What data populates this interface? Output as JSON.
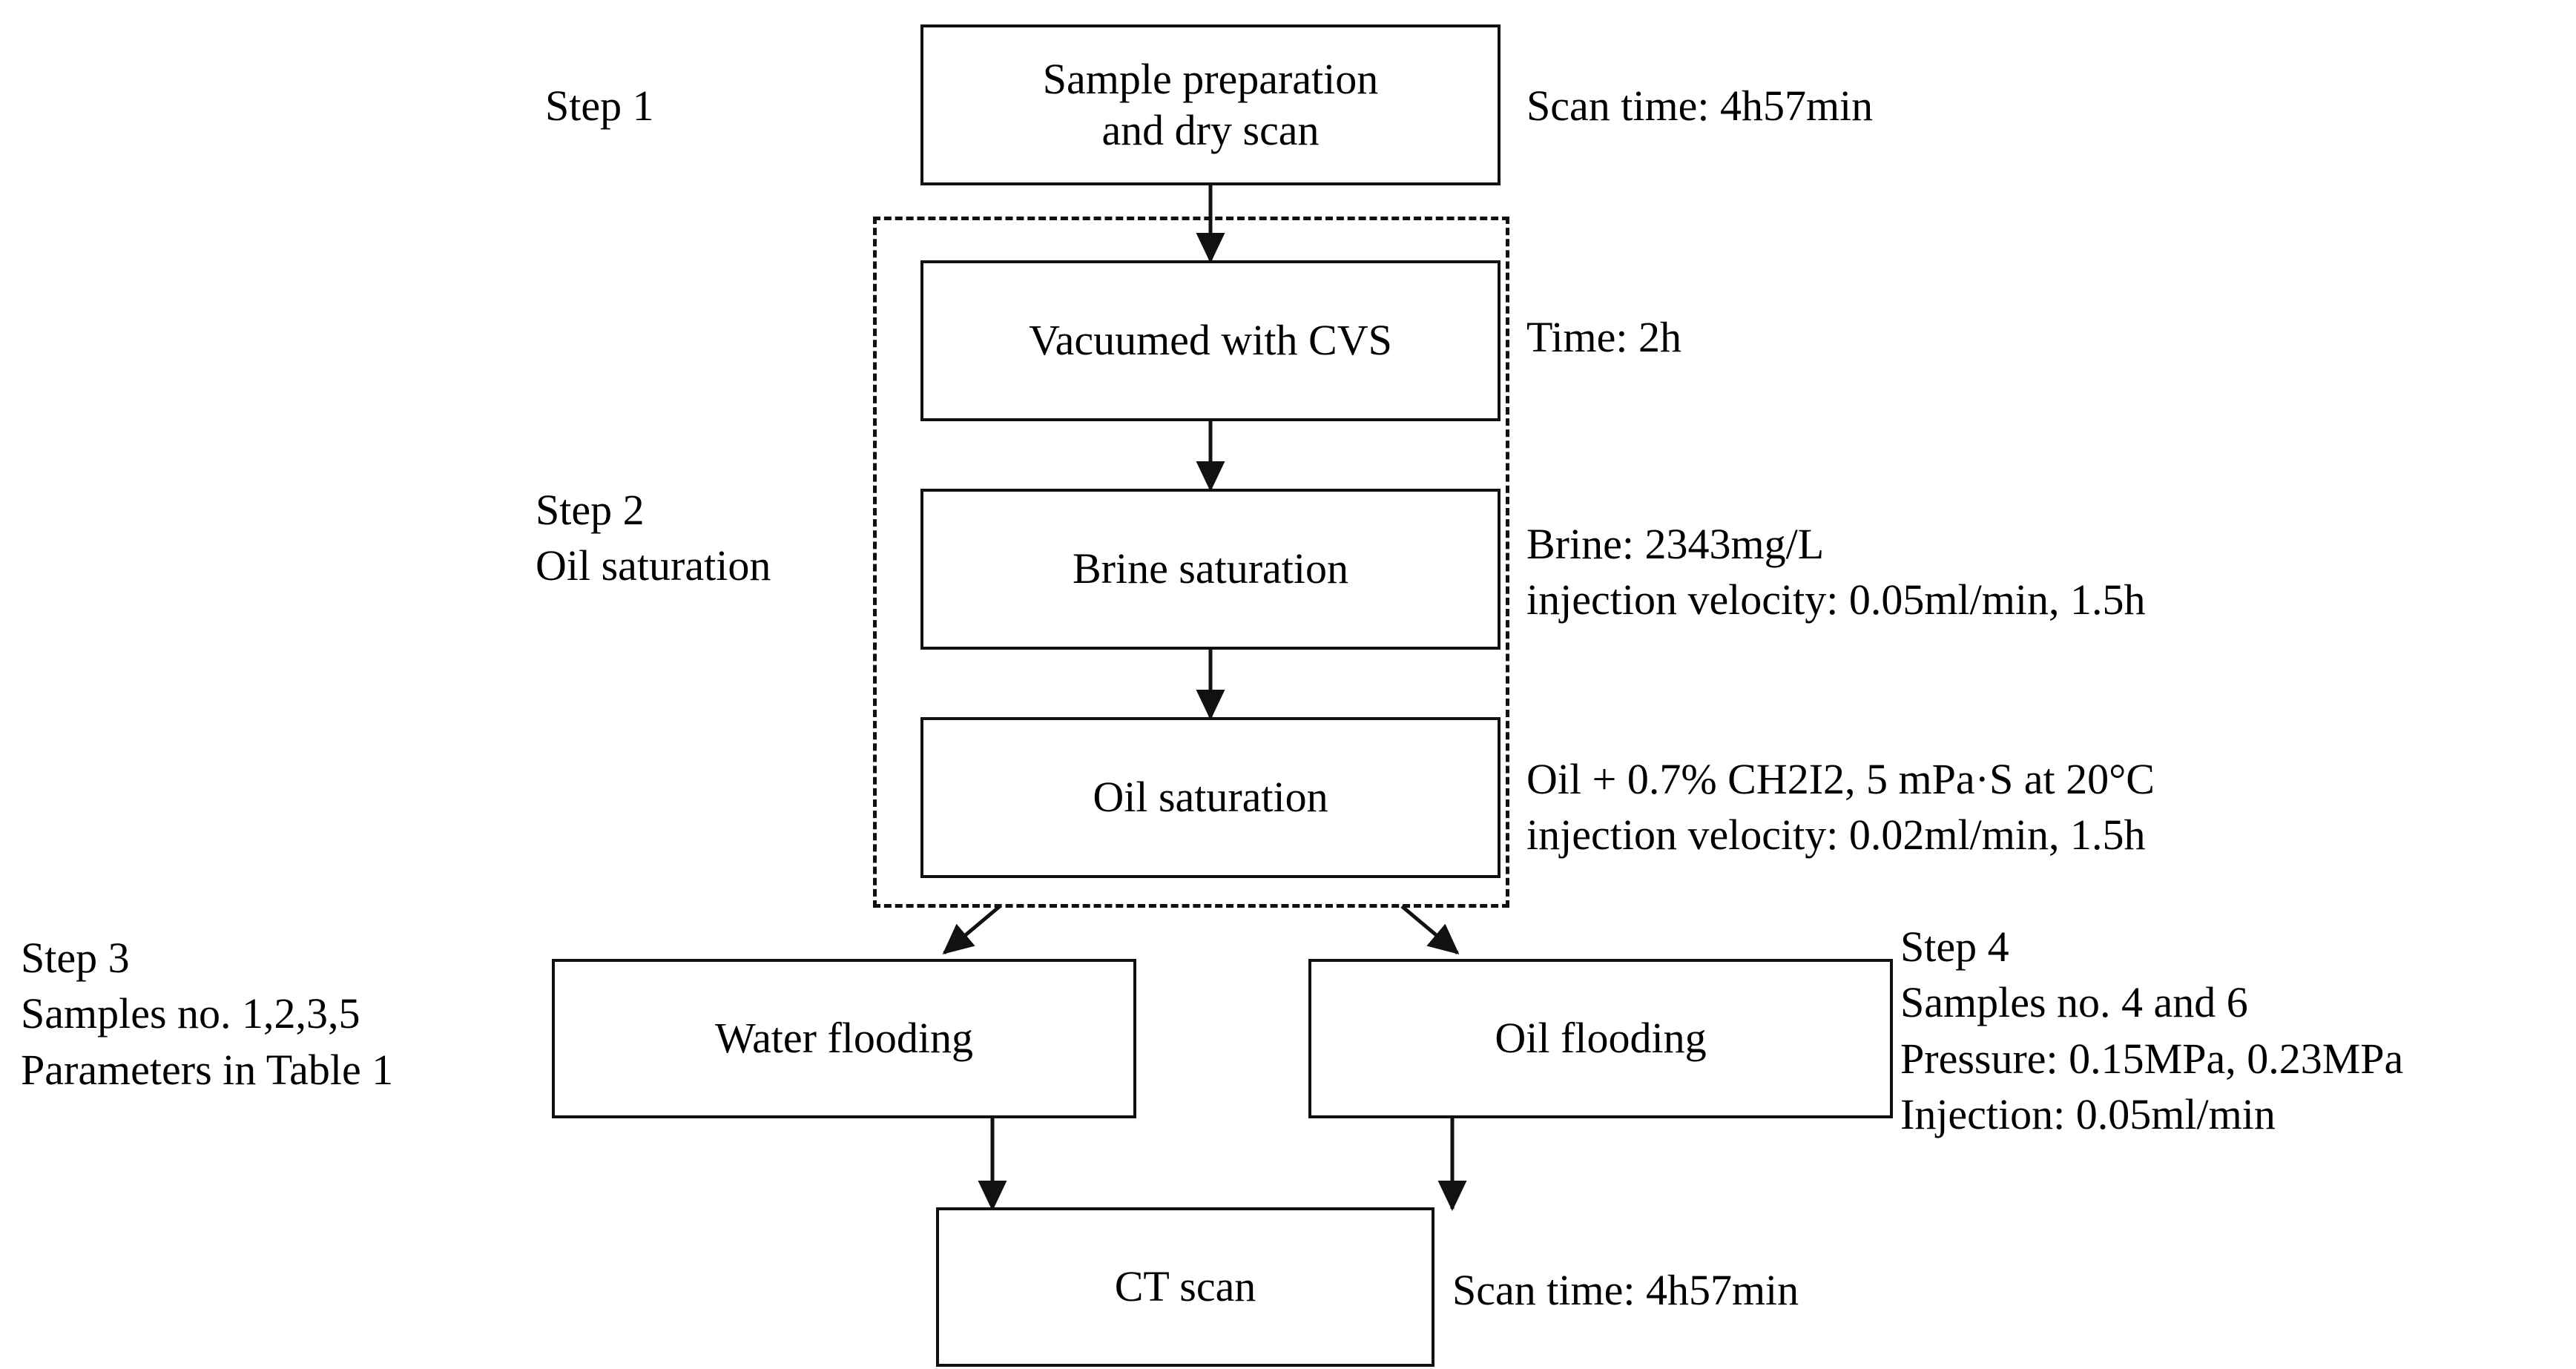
{
  "diagram": {
    "title_present": false,
    "colors": {
      "stroke": "#111111",
      "background": "#ffffff",
      "text": "#000000"
    },
    "nodes": [
      {
        "id": "sample-prep",
        "label": "Sample preparation\nand dry scan"
      },
      {
        "id": "vacuum",
        "label": "Vacuumed with CVS"
      },
      {
        "id": "brine-saturation",
        "label": "Brine saturation"
      },
      {
        "id": "oil-saturation",
        "label": "Oil saturation"
      },
      {
        "id": "water-flooding",
        "label": "Water flooding"
      },
      {
        "id": "oil-flooding",
        "label": "Oil flooding"
      },
      {
        "id": "ct-scan",
        "label": "CT scan"
      }
    ],
    "step_labels": {
      "step1": "Step 1",
      "step2": "Step 2\nOil saturation",
      "step3": "       Step 3\nSamples no.  1,2,3,5\nParameters in Table 1",
      "step4": "         Step 4\nSamples no.  4 and 6\nPressure: 0.15MPa, 0.23MPa\nInjection: 0.05ml/min"
    },
    "annotations": {
      "sample_prep_note": "Scan time: 4h57min",
      "vacuum_note": "Time: 2h",
      "brine_note": "Brine: 2343mg/L\ninjection velocity: 0.05ml/min, 1.5h",
      "oil_note": "Oil + 0.7% CH2I2, 5 mPa·S at 20°C\ninjection velocity: 0.02ml/min, 1.5h",
      "ct_scan_note": "Scan time: 4h57min"
    },
    "edges": [
      {
        "from": "sample-prep",
        "to": "vacuum",
        "style": "solid-arrow-down"
      },
      {
        "from": "vacuum",
        "to": "brine-saturation",
        "style": "solid-arrow-down"
      },
      {
        "from": "brine-saturation",
        "to": "oil-saturation",
        "style": "solid-arrow-down"
      },
      {
        "from": "oil-saturation",
        "to": "water-flooding",
        "style": "solid-arrow-diagonal-left"
      },
      {
        "from": "oil-saturation",
        "to": "oil-flooding",
        "style": "solid-arrow-diagonal-right"
      },
      {
        "from": "water-flooding",
        "to": "ct-scan",
        "style": "solid-arrow-down"
      },
      {
        "from": "oil-flooding",
        "to": "ct-scan",
        "style": "solid-arrow-down"
      }
    ]
  }
}
